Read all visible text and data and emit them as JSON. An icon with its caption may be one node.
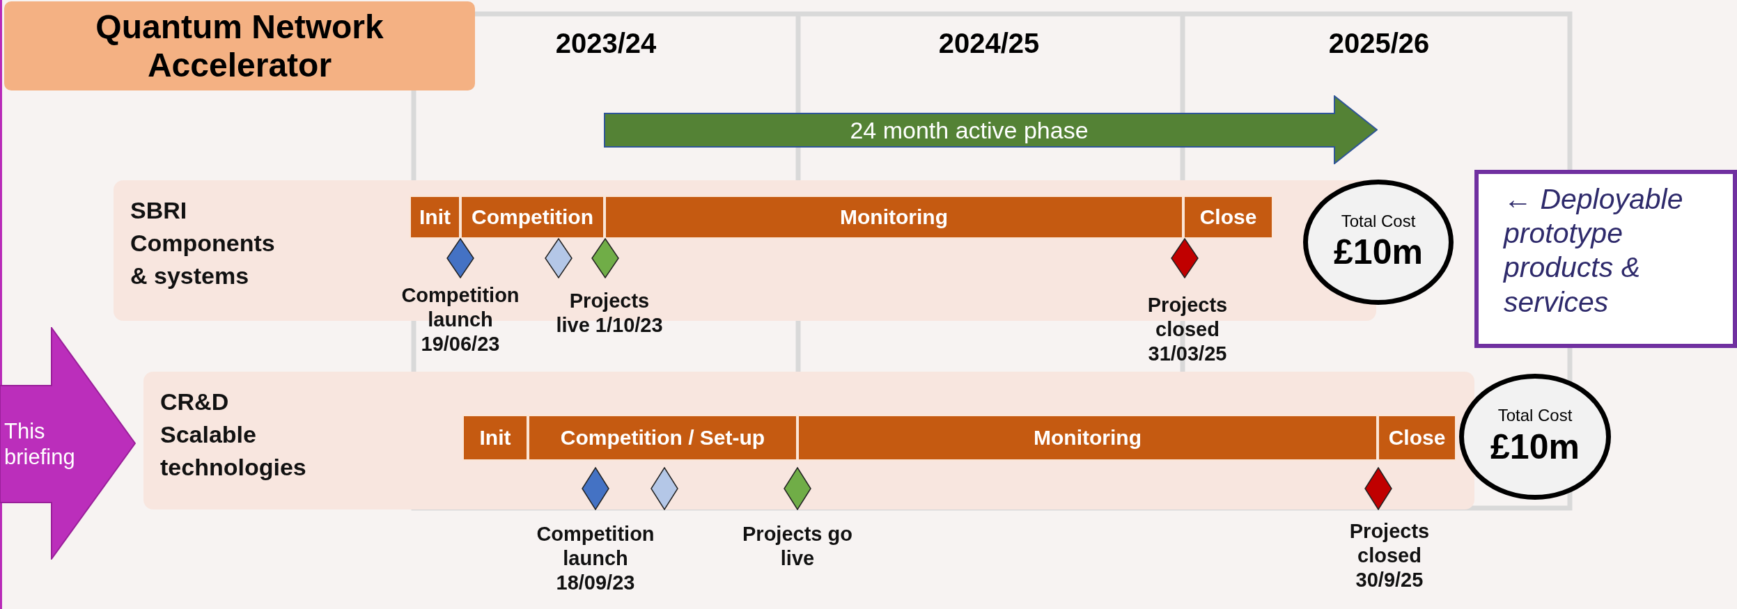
{
  "diagram": {
    "nodes": [
      {
        "text": [
          "Quantum Network Accelerator"
        ]
      },
      {
        "text": [
          "24 month active phase"
        ]
      },
      {
        "text": [
          "SBRI Components & systems"
        ]
      },
      {
        "text": [
          "Init"
        ],
        "in": 2
      },
      {
        "text": [
          "Competition"
        ],
        "in": 2
      },
      {
        "text": [
          "Monitoring"
        ],
        "in": 2
      },
      {
        "text": [
          "Close"
        ],
        "in": 2
      },
      {
        "text": [],
        "shape": "diamond",
        "in": 2,
        "beside": [
          "Competition launch 19/06/23"
        ]
      },
      {
        "text": [],
        "shape": "diamond",
        "in": 2
      },
      {
        "text": [],
        "shape": "diamond",
        "in": 2,
        "beside": [
          "Projects live 1/10/23"
        ]
      },
      {
        "text": [],
        "shape": "diamond",
        "in": 2,
        "beside": [
          "Projects closed 31/03/25"
        ]
      },
      {
        "text": [
          "Total Cost",
          "£10m"
        ]
      },
      {
        "text": [
          "← Deployable prototype products & services"
        ]
      },
      {
        "text": [
          "This briefing"
        ]
      },
      {
        "text": [
          "CR&D Scalable technologies"
        ]
      },
      {
        "text": [
          "Init"
        ],
        "in": 14
      },
      {
        "text": [
          "Competition / Set-up"
        ],
        "in": 14
      },
      {
        "text": [
          "Monitoring"
        ],
        "in": 14
      },
      {
        "text": [
          "Close"
        ],
        "in": 14
      },
      {
        "text": [],
        "shape": "diamond",
        "in": 14,
        "beside": [
          "Competition launch 18/09/23"
        ]
      },
      {
        "text": [],
        "shape": "diamond",
        "in": 14
      },
      {
        "text": [],
        "shape": "diamond",
        "in": 14,
        "beside": [
          "Projects go live"
        ]
      },
      {
        "text": [],
        "shape": "diamond",
        "in": 14,
        "beside": [
          "Projects closed 30/9/25"
        ]
      },
      {
        "text": [
          "Total Cost",
          "£10m"
        ]
      }
    ],
    "edges": [],
    "labels": [
      "2023/24",
      "2024/25",
      "2025/26"
    ]
  }
}
